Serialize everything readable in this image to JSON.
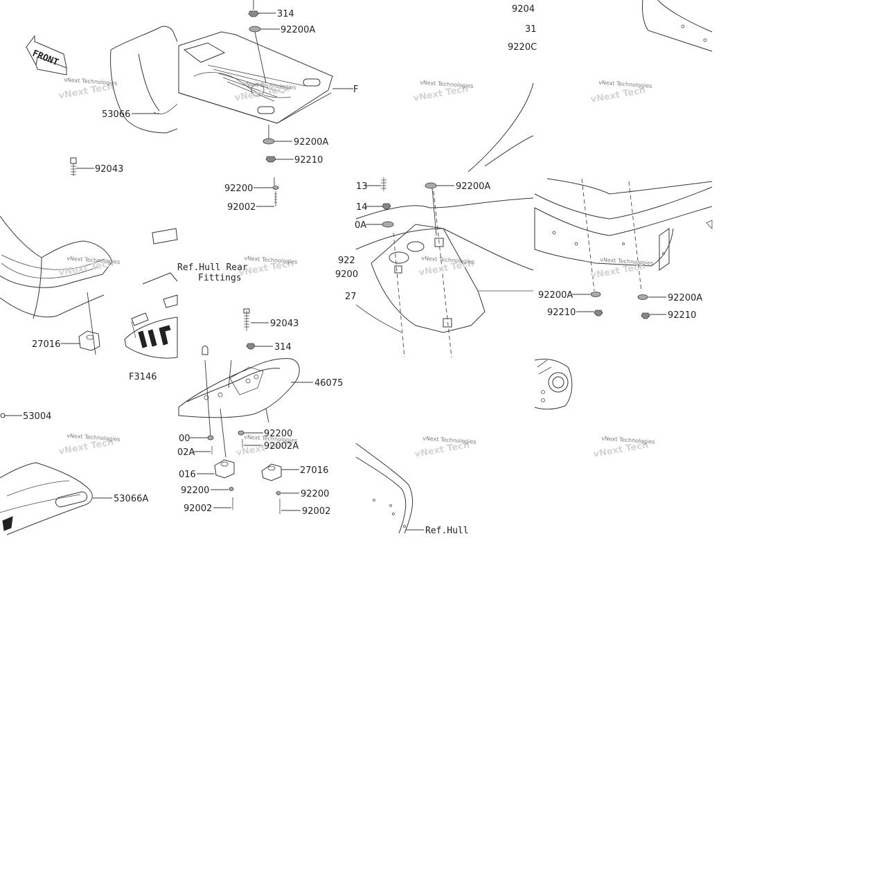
{
  "front_tag": "FRONT",
  "figure_code": "F3146",
  "watermark": "vNext Technologies",
  "references": [
    "Ref.Hull Rear",
    "Fittings",
    "Ref.Hull"
  ],
  "labels": {
    "p314a": "314",
    "p92200a_1": "92200A",
    "p53066": "53066",
    "p92200a_2": "92200A",
    "p92210_1": "92210",
    "p92043_1": "92043",
    "p92200_1": "92200",
    "p92002_1": "92002",
    "p92043_2": "92043",
    "p314b": "314",
    "p46075": "46075",
    "p27016_1": "27016",
    "p53004": "53004",
    "p53066a": "53066A",
    "p92200_2": "92200",
    "p92002a_1": "92002A",
    "p27016_2": "27016",
    "p92200_3": "92200",
    "p92002_2": "92002",
    "p00": "00",
    "p02a": "02A",
    "p016": "016",
    "p92200_4": "92200",
    "p92002_3": "92002",
    "p92200a_3": "92200A",
    "p92200a_4": "92200A",
    "p92210_2": "92210",
    "p92210_3": "92210",
    "p9204": "9204",
    "p31": "31",
    "p9220c": "9220C",
    "p14": "14",
    "p0a": "0A",
    "p13": "13",
    "p922": "922",
    "p9200": "9200",
    "p27": "27",
    "pF": "F"
  }
}
